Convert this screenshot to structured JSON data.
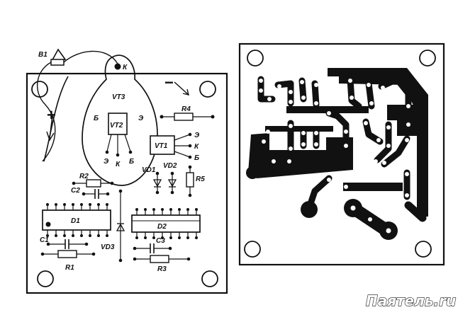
{
  "components": {
    "b1": "B1",
    "vt3": "VT3",
    "vt2": "VT2",
    "vt1": "VT1",
    "r4": "R4",
    "r2": "R2",
    "r5": "R5",
    "r1": "R1",
    "r3": "R3",
    "c2": "C2",
    "c1": "C1",
    "c3": "C3",
    "vd1": "VD1",
    "vd2": "VD2",
    "vd3": "VD3",
    "d1": "D1",
    "d2": "D2"
  },
  "pins": {
    "vt3_k": "К",
    "vt3_b": "Б",
    "vt3_e": "Э",
    "vt2_e": "Э",
    "vt2_k": "К",
    "vt2_b": "Б",
    "vt1_e": "Э",
    "vt1_k": "К",
    "vt1_b": "Б"
  },
  "signs": {
    "plus": "+",
    "minus": "−"
  },
  "watermark": "Паятель.ru"
}
